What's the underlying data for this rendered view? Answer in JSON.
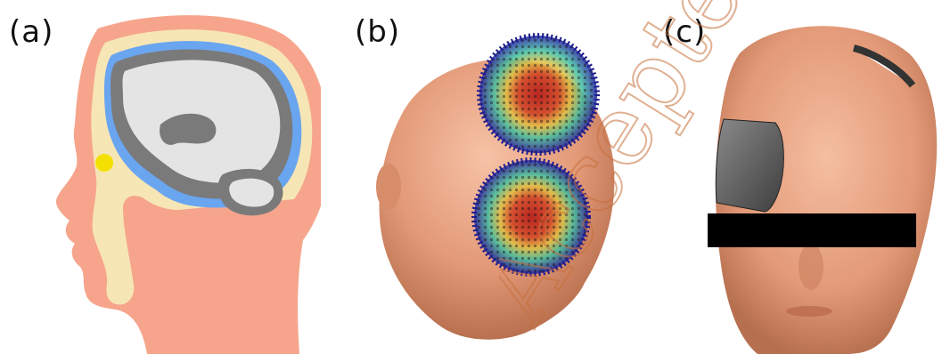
{
  "panels": [
    {
      "label": "(a)"
    },
    {
      "label": "(b)"
    },
    {
      "label": "(c)"
    }
  ],
  "watermark": {
    "text": "Accepted Manuscript",
    "color": "#c8703c"
  },
  "colors": {
    "skin": "#f6a58c",
    "bone": "#f7e6b5",
    "csf": "#6aa5f0",
    "gray_matter": "#7a7a7a",
    "white_matter": "#e4e4e4",
    "eye": "#f4e000",
    "head_surface": "#e7a080",
    "electrode": "#5a5a5a"
  }
}
